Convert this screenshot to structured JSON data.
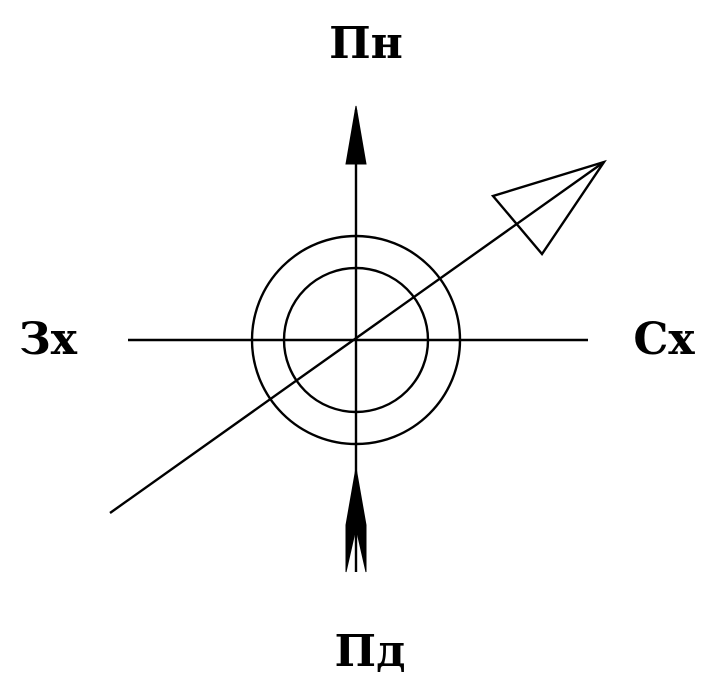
{
  "labels": {
    "north": "Пн",
    "south": "Пд",
    "west": "Зх",
    "east": "Сх"
  },
  "colors": {
    "stroke": "#000000",
    "background": "#ffffff"
  },
  "icons": {
    "north_arrow": "north-arrowhead-icon",
    "south_arrow": "south-arrow-tail-icon",
    "wind_arrow": "open-triangle-arrowhead-icon"
  }
}
